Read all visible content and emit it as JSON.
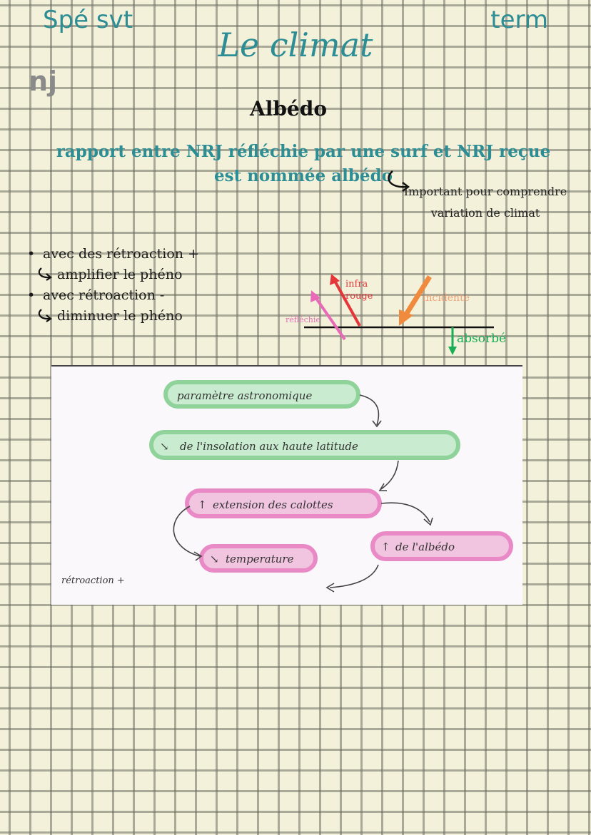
{
  "header": {
    "subject": "Spé svt",
    "level": "term",
    "title": "Le climat",
    "logo": "nj"
  },
  "section": {
    "heading": "Albédo"
  },
  "definition": {
    "text": "rapport entre NRJ réfléchie par une surf et NRJ reçue est nommée albédo"
  },
  "note": {
    "text": "Important pour comprendre variation de climat"
  },
  "feedback": {
    "items": [
      {
        "bullet": "•",
        "label": "avec des rétroaction +",
        "effect": "amplifier le phéno"
      },
      {
        "bullet": "•",
        "label": "avec rétroaction -",
        "effect": "diminuer le phéno"
      }
    ]
  },
  "diagram": {
    "labels": {
      "infra": "infra",
      "rouge": "rouge",
      "incidente": "incidente",
      "reflechie": "réfléchie",
      "absorbe": "absorbé"
    },
    "colors": {
      "infra": "#e5363a",
      "incidente": "#f08a3c",
      "reflechie": "#e869b8",
      "absorbe": "#1aad56"
    }
  },
  "sketch": {
    "nodes": {
      "parametre": "paramètre astronomique",
      "insolation": "de l'insolation aux haute latitude",
      "extension": "extension des calottes",
      "albedo": "de l'albédo",
      "temperature": "temperature"
    },
    "caption": "rétroaction +",
    "colors": {
      "green": "#8fd29a",
      "pink": "#e98ac7"
    },
    "icons": {
      "up": "arrow-up-icon",
      "down": "arrow-down-icon"
    }
  }
}
